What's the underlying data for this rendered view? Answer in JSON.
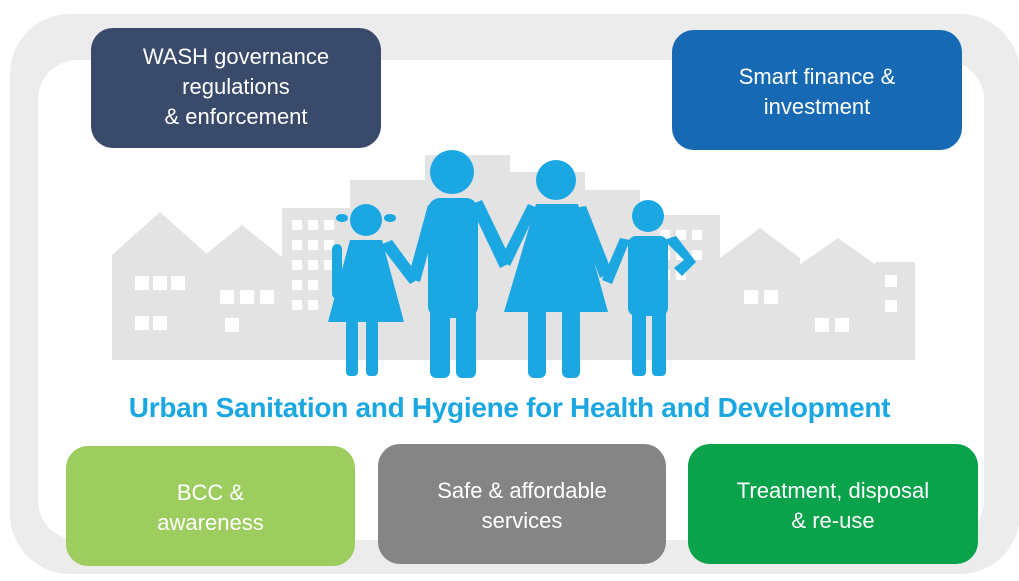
{
  "boxes": {
    "wash": "WASH governance\nregulations\n& enforcement",
    "finance": "Smart finance &\ninvestment",
    "bcc": "BCC &\nawareness",
    "safe": "Safe & affordable\nservices",
    "treatment": "Treatment, disposal\n& re-use"
  },
  "headline": "Urban Sanitation and Hygiene for Health and Development",
  "colors": {
    "wash": "#3a4a6b",
    "finance": "#1669b2",
    "bcc": "#9dcc5f",
    "safe": "#858585",
    "treatment": "#0aa34b",
    "headline": "#1ba7e1",
    "family": "#1ba7e1",
    "buildings": "#e3e3e3"
  },
  "icons": [
    "city-skyline-icon",
    "family-icon"
  ]
}
